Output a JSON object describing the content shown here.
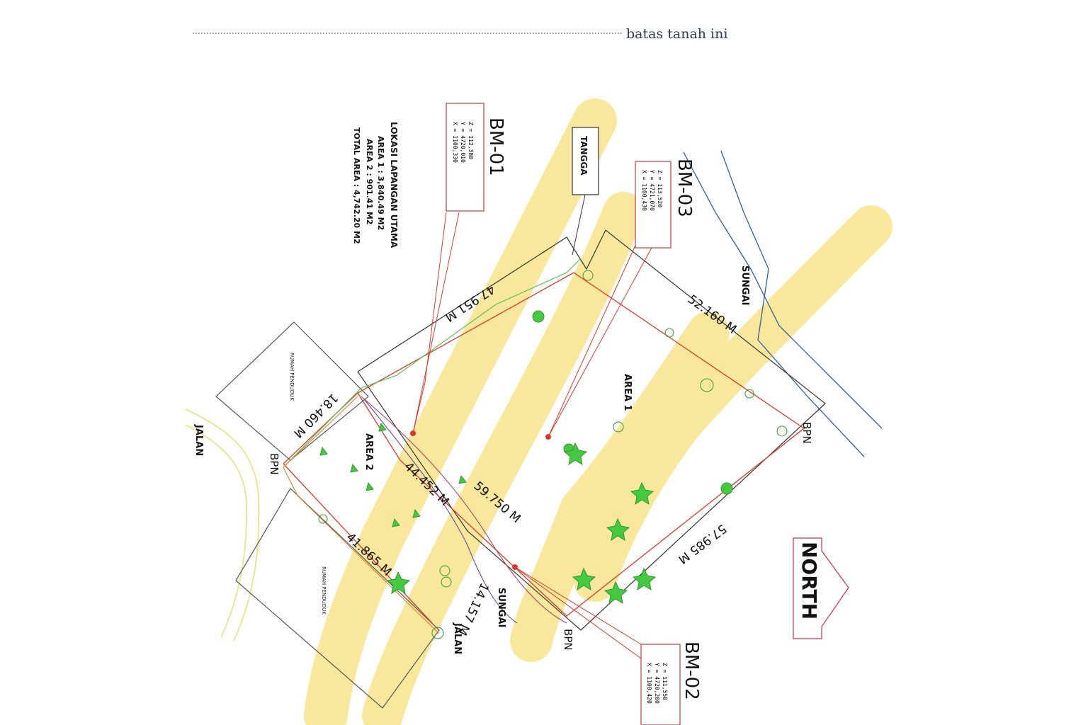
{
  "header": {
    "caption": "batas tanah ini"
  },
  "legend": {
    "title": "LOKASI LAPANGAN UTAMA",
    "line1": "AREA 1 : 3,840.49 M2",
    "line2": "AREA 2 : 901.41 M2",
    "line3": "TOTAL AREA : 4,742.20 M2"
  },
  "benchmarks": [
    {
      "id": "BM-01",
      "x": "X = 1100,330",
      "y": "Y = 4720,010",
      "z": "Z = 112,380"
    },
    {
      "id": "BM-03",
      "x": "X = 1100,430",
      "y": "Y = 4721,070",
      "z": "Z = 113,520"
    },
    {
      "id": "BM-02",
      "x": "X = 1100,420",
      "y": "Y = 4720,200",
      "z": "Z = 111,550"
    }
  ],
  "labels": {
    "tangga": "TANGGA",
    "sungai_top": "SUNGAI",
    "sungai_bottom": "SUNGAI",
    "jalan_left": "JALAN",
    "jalan_bottom": "JALAN",
    "area1": "AREA 1",
    "area2": "AREA 2",
    "rumah1": "RUMAH PENDUDUK",
    "rumah2": "RUMAH PENDUDUK",
    "north": "NORTH",
    "bpn1": "BPN",
    "bpn2": "BPN",
    "bpn3": "BPN"
  },
  "dimensions": {
    "d1": "47.951 M",
    "d2": "52.160 M",
    "d3": "57.985 M",
    "d4": "59.750 M",
    "d5": "44.452 M",
    "d6": "18.460 M",
    "d7": "41.865 M",
    "d8": "14.157 M"
  },
  "colors": {
    "highlight": "#f5d54a",
    "boundary": "#d93a2a",
    "river": "#2f5f9e",
    "vegetation": "#3ec23e",
    "road": "#e8e48a",
    "north": "#c8334a"
  }
}
